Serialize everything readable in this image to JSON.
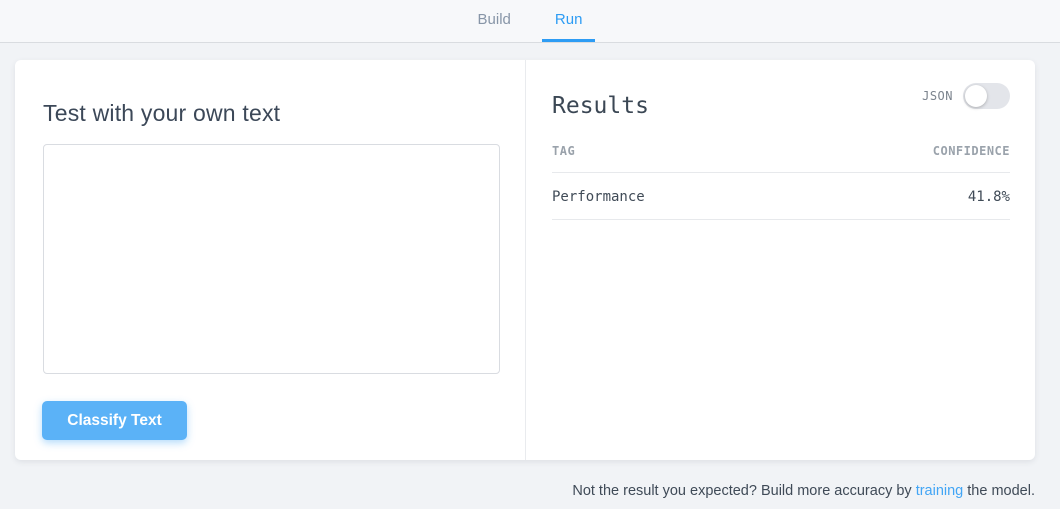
{
  "tabs": [
    {
      "label": "Build",
      "active": false
    },
    {
      "label": "Run",
      "active": true
    }
  ],
  "left_panel": {
    "title": "Test with your own text",
    "textarea_value": "",
    "classify_button_label": "Classify Text"
  },
  "results_panel": {
    "title": "Results",
    "json_toggle_label": "JSON",
    "json_toggle_state": "off",
    "table": {
      "headers": [
        "TAG",
        "CONFIDENCE"
      ],
      "rows": [
        {
          "tag": "Performance",
          "confidence": "41.8%"
        }
      ]
    }
  },
  "footer": {
    "text_before": "Not the result you expected? Build more accuracy by ",
    "link_label": "training",
    "text_after": " the model."
  },
  "colors": {
    "accent_blue": "#2d9cf4",
    "button_blue": "#5bb2f7",
    "link_blue": "#42a5f5",
    "page_background": "#f1f3f6"
  }
}
